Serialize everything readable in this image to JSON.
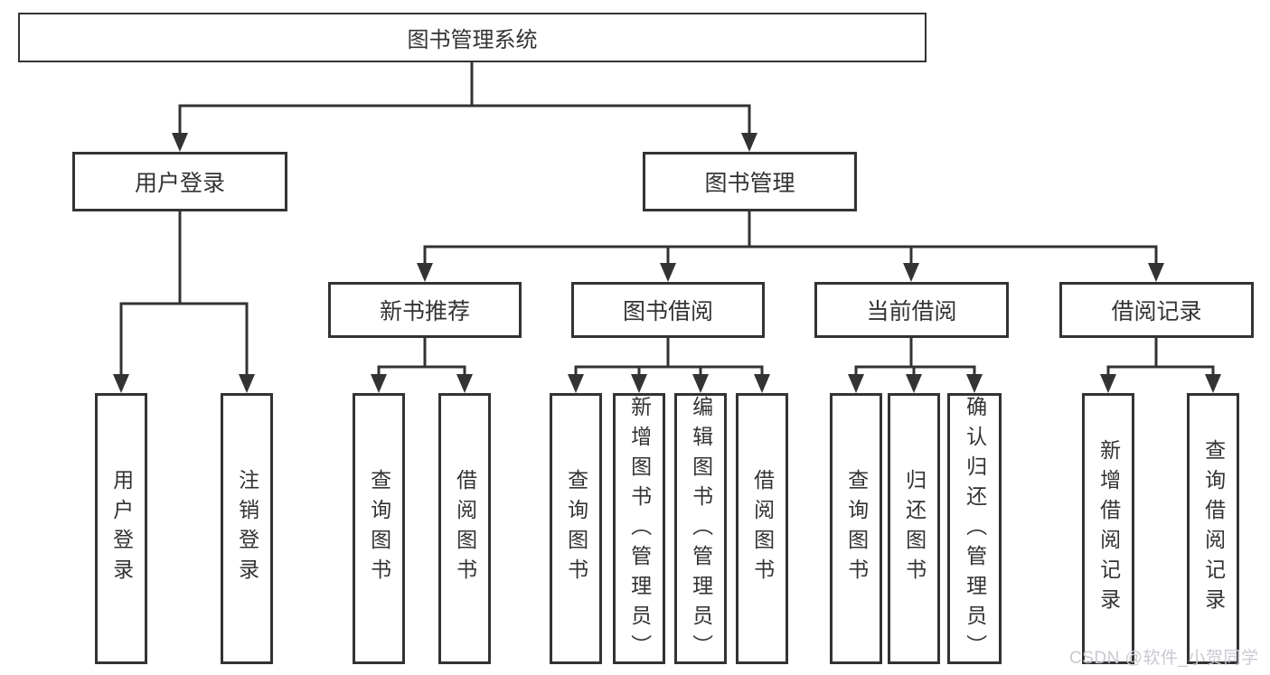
{
  "diagram_title": "图书管理系统",
  "root": {
    "label": "图书管理系统"
  },
  "branches": [
    {
      "label": "用户登录"
    },
    {
      "label": "图书管理"
    }
  ],
  "modules": [
    {
      "label": "新书推荐"
    },
    {
      "label": "图书借阅"
    },
    {
      "label": "当前借阅"
    },
    {
      "label": "借阅记录"
    }
  ],
  "leaves": [
    {
      "label": "用户登录"
    },
    {
      "label": "注销登录"
    },
    {
      "label": "查询图书"
    },
    {
      "label": "借阅图书"
    },
    {
      "label": "查询图书"
    },
    {
      "label": "新增图书（管理员）"
    },
    {
      "label": "编辑图书（管理员）"
    },
    {
      "label": "借阅图书"
    },
    {
      "label": "查询图书"
    },
    {
      "label": "归还图书"
    },
    {
      "label": "确认归还（管理员）"
    },
    {
      "label": "新增借阅记录"
    },
    {
      "label": "查询借阅记录"
    }
  ],
  "watermark": {
    "text": "CSDN @软件_小贺同学"
  },
  "colors": {
    "line": "#333333",
    "box_border": "#333333",
    "text": "#333333",
    "watermark": "#c9c9d1",
    "background": "#ffffff"
  }
}
